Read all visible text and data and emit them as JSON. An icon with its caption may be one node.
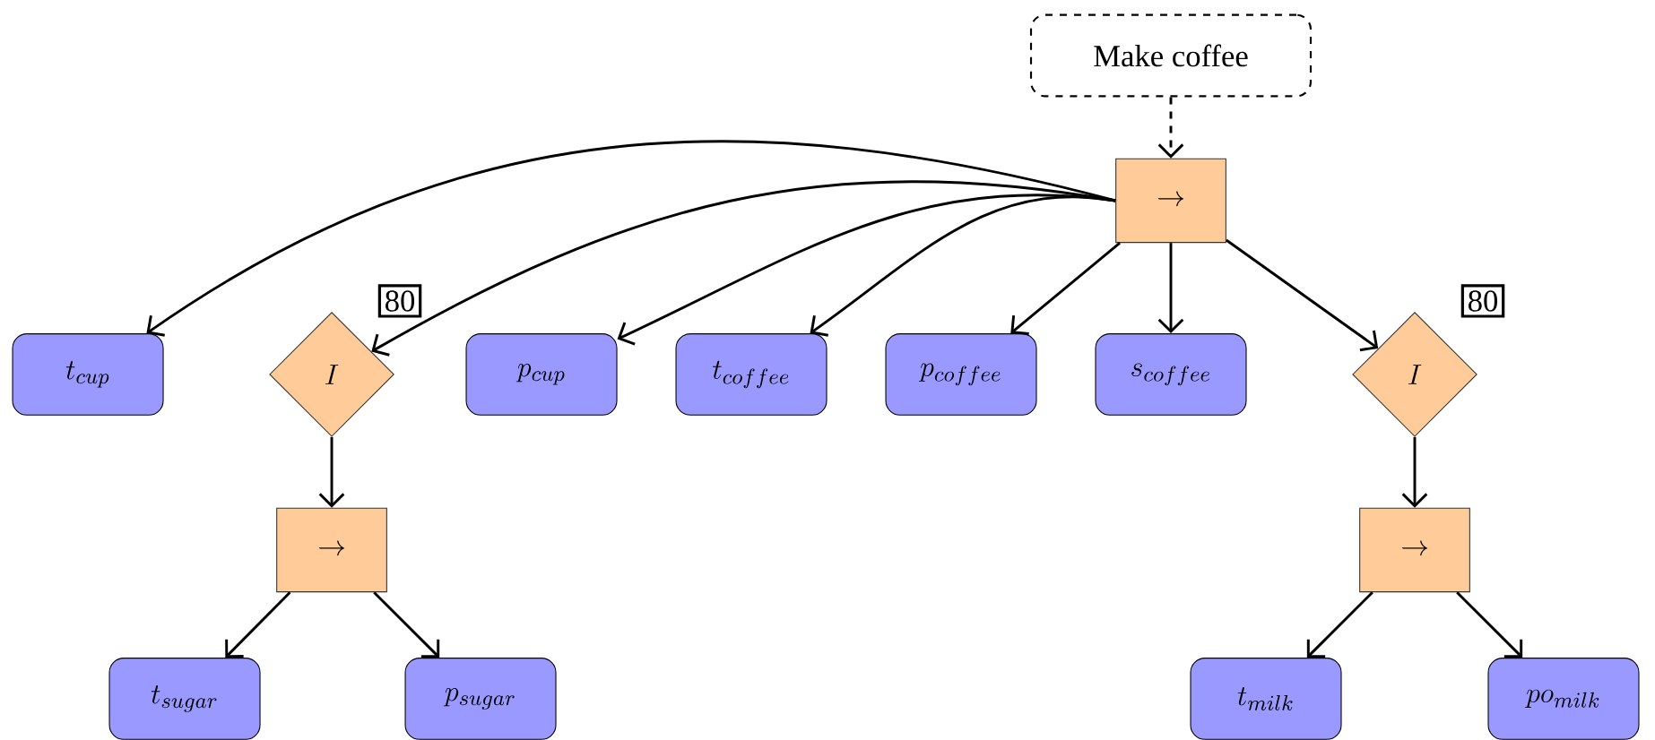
{
  "diagram": {
    "nodes": [
      {
        "text": [
          "Make coffee"
        ]
      },
      {
        "text": [
          "\\rightarrow"
        ]
      },
      {
        "text": [
          "t_{cup}"
        ]
      },
      {
        "text": [
          "I"
        ],
        "beside": [
          "80"
        ]
      },
      {
        "text": [
          "p_{cup}"
        ]
      },
      {
        "text": [
          "t_{coffee}"
        ]
      },
      {
        "text": [
          "p_{coffee}"
        ]
      },
      {
        "text": [
          "s_{coffee}"
        ]
      },
      {
        "text": [
          "I"
        ],
        "beside": [
          "80"
        ]
      },
      {
        "text": [
          "\\rightarrow"
        ]
      },
      {
        "text": [
          "t_{sugar}"
        ]
      },
      {
        "text": [
          "p_{sugar}"
        ]
      },
      {
        "text": [
          "\\rightarrow"
        ]
      },
      {
        "text": [
          "t_{milk}"
        ]
      },
      {
        "text": [
          "po_{milk}"
        ]
      }
    ],
    "edges": [
      {
        "from": 0,
        "to": 1,
        "arrow": "to",
        "style": "dashed"
      },
      {
        "from": 1,
        "to": 2,
        "arrow": "to"
      },
      {
        "from": 1,
        "to": 3,
        "arrow": "to"
      },
      {
        "from": 1,
        "to": 4,
        "arrow": "to"
      },
      {
        "from": 1,
        "to": 5,
        "arrow": "to"
      },
      {
        "from": 1,
        "to": 6,
        "arrow": "to"
      },
      {
        "from": 1,
        "to": 7,
        "arrow": "to"
      },
      {
        "from": 1,
        "to": 8,
        "arrow": "to"
      },
      {
        "from": 3,
        "to": 9,
        "arrow": "to"
      },
      {
        "from": 9,
        "to": 10,
        "arrow": "to"
      },
      {
        "from": 9,
        "to": 11,
        "arrow": "to"
      },
      {
        "from": 8,
        "to": 12,
        "arrow": "to"
      },
      {
        "from": 12,
        "to": 13,
        "arrow": "to"
      },
      {
        "from": 12,
        "to": 14,
        "arrow": "to"
      }
    ]
  }
}
